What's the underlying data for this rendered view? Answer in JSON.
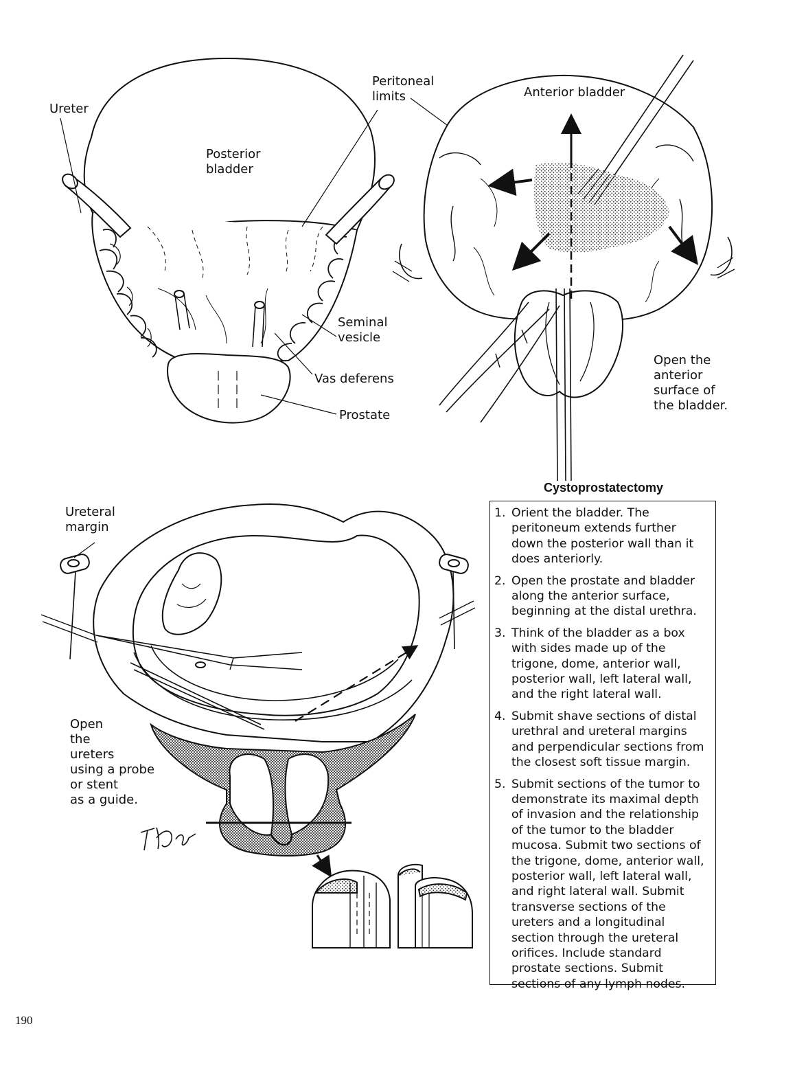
{
  "labels": {
    "ureter": "Ureter",
    "posterior_bladder": "Posterior\nbladder",
    "peritoneal_limits": "Peritoneal\nlimits",
    "seminal_vesicle": "Seminal\nvesicle",
    "vas_deferens": "Vas deferens",
    "prostate": "Prostate",
    "anterior_bladder": "Anterior bladder",
    "open_anterior": "Open the\nanterior\nsurface of\nthe bladder.",
    "ureteral_margin": "Ureteral\nmargin",
    "open_ureters": "Open\nthe\nureters\nusing a probe\nor stent\nas a guide."
  },
  "box": {
    "title": "Cystoprostatectomy",
    "steps": [
      {
        "num": "1.",
        "text": "Orient the bladder. The peritoneum extends further down the posterior wall than it does anteriorly."
      },
      {
        "num": "2.",
        "text": "Open the prostate and bladder along the anterior surface, beginning at the distal urethra."
      },
      {
        "num": "3.",
        "text": "Think of the bladder as a box with sides made up of the trigone, dome, anterior wall, posterior wall, left lateral wall, and the right lateral wall."
      },
      {
        "num": "4.",
        "text": "Submit shave sections of distal urethral and ureteral margins and perpendicular sections from the closest soft tissue margin."
      },
      {
        "num": "5.",
        "text": "Submit sections of the tumor to demonstrate its maximal depth of invasion and the relationship of the tumor to the bladder mucosa. Submit two sections of the trigone, dome, anterior wall, posterior wall, left lateral wall, and right lateral wall. Submit transverse sections of the ureters and a longitudinal section through the ureteral orifices. Include standard prostate sections. Submit sections of any lymph nodes."
      }
    ]
  },
  "page_number": "190",
  "icons": {
    "signature": "artist-signature-icon"
  }
}
